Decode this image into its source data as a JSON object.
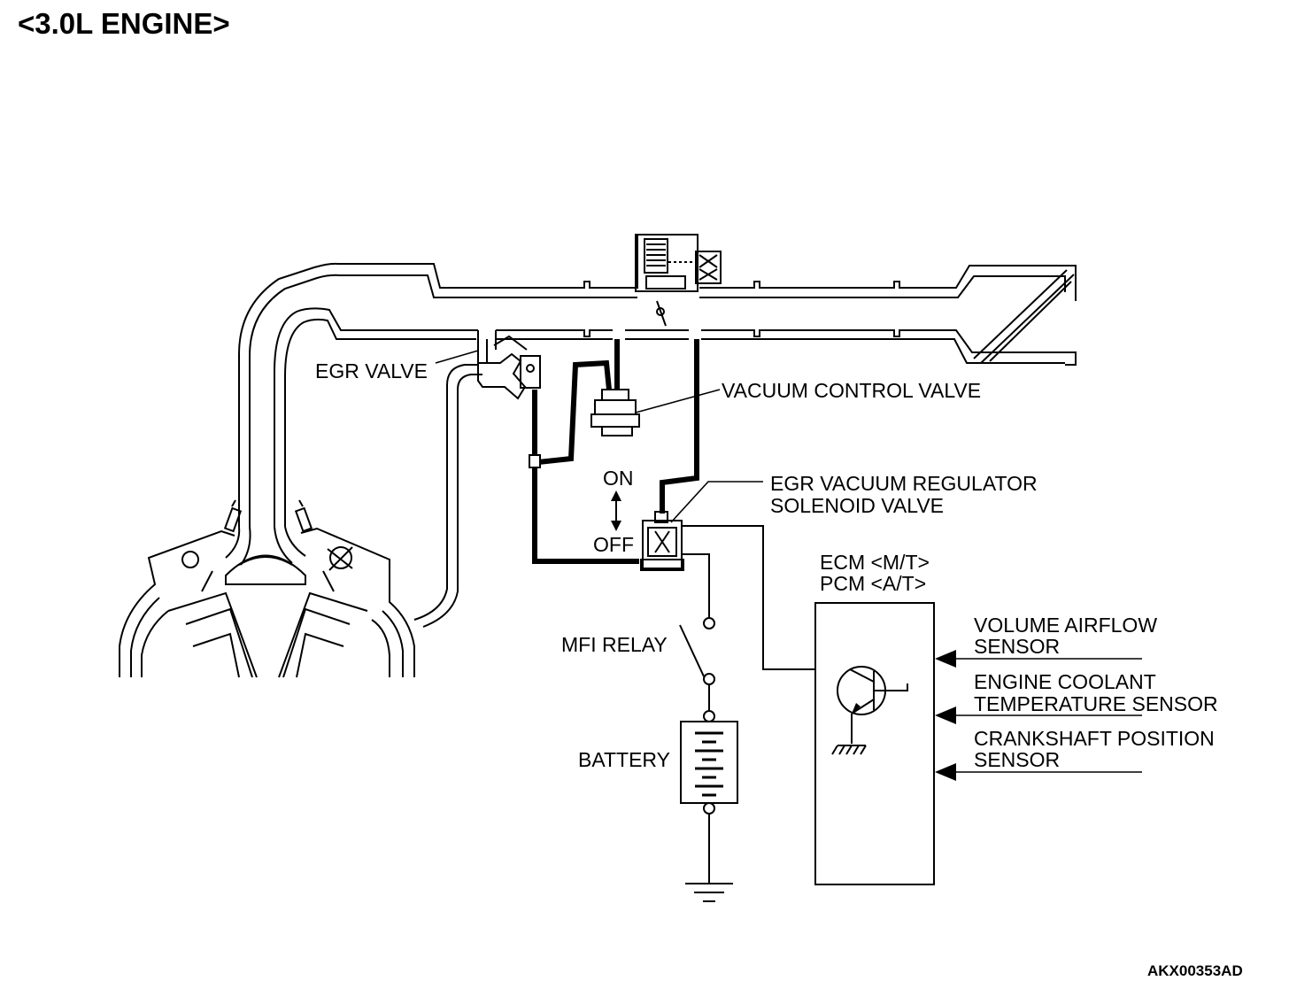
{
  "title": "<3.0L ENGINE>",
  "figure_code": "AKX00353AD",
  "labels": {
    "egr_valve": "EGR VALVE",
    "vacuum_control_valve": "VACUUM CONTROL VALVE",
    "on": "ON",
    "off": "OFF",
    "egr_vacuum_regulator_1": "EGR VACUUM REGULATOR",
    "egr_vacuum_regulator_2": "SOLENOID VALVE",
    "mfi_relay": "MFI RELAY",
    "battery": "BATTERY",
    "ecm": "ECM <M/T>",
    "pcm": "PCM <A/T>",
    "volume_airflow_1": "VOLUME AIRFLOW",
    "volume_airflow_2": "SENSOR",
    "engine_coolant_1": "ENGINE COOLANT",
    "engine_coolant_2": "TEMPERATURE SENSOR",
    "crankshaft_1": "CRANKSHAFT POSITION",
    "crankshaft_2": "SENSOR"
  }
}
